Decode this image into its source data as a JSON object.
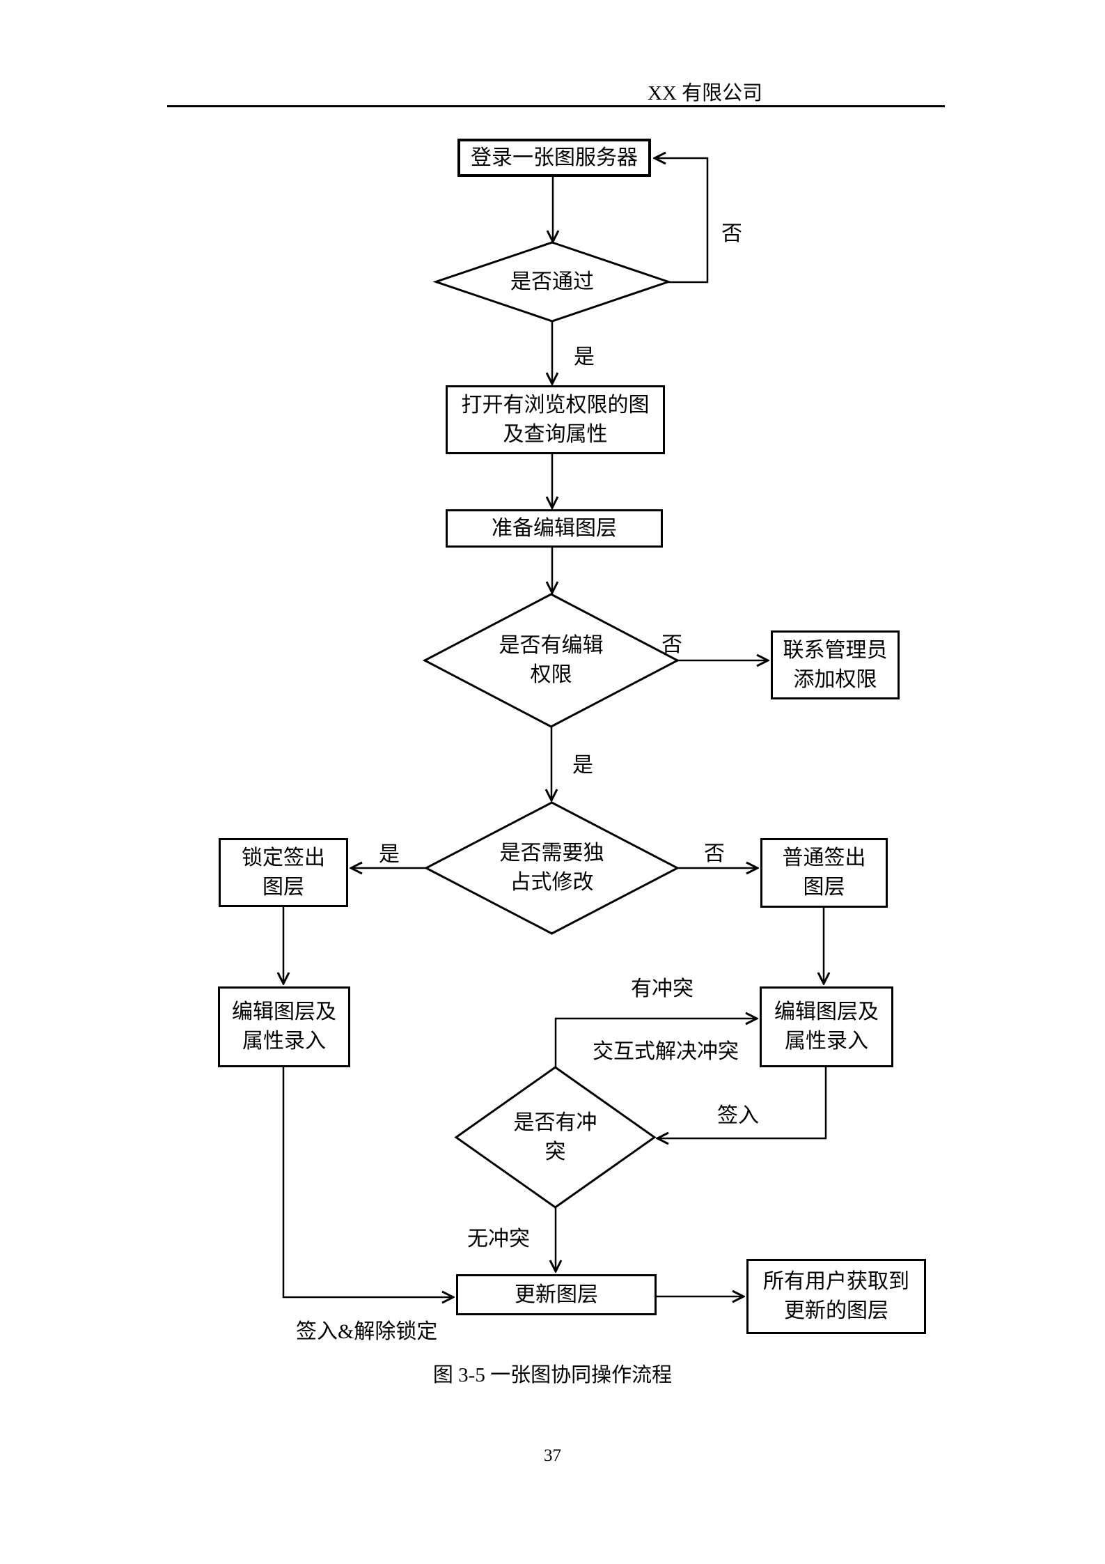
{
  "colors": {
    "ink": "#000000",
    "paper": "#ffffff"
  },
  "header": {
    "company": "XX 有限公司"
  },
  "figure": {
    "caption": "图 3-5 一张图协同操作流程",
    "nodes": {
      "login": {
        "label": "登录一张图服务器"
      },
      "check_pass": {
        "label": "是否通过"
      },
      "open_view": {
        "label": "打开有浏览权限的图\n及查询属性"
      },
      "prepare_edit": {
        "label": "准备编辑图层"
      },
      "check_edit_perm": {
        "label": "是否有编辑\n权限"
      },
      "contact_admin": {
        "label": "联系管理员\n添加权限"
      },
      "check_exclusive": {
        "label": "是否需要独\n占式修改"
      },
      "lock_checkout": {
        "label": "锁定签出\n图层"
      },
      "normal_checkout": {
        "label": "普通签出\n图层"
      },
      "edit_layer_left": {
        "label": "编辑图层及\n属性录入"
      },
      "edit_layer_right": {
        "label": "编辑图层及\n属性录入"
      },
      "check_conflict": {
        "label": "是否有冲\n突"
      },
      "update_layer": {
        "label": "更新图层"
      },
      "all_users_get": {
        "label": "所有用户获取到\n更新的图层"
      }
    },
    "edge_labels": {
      "pass_no": "否",
      "pass_yes": "是",
      "perm_no": "否",
      "perm_yes": "是",
      "exclusive_yes": "是",
      "exclusive_no": "否",
      "has_conflict": "有冲突",
      "interactive_resolve": "交互式解决冲突",
      "check_in": "签入",
      "no_conflict": "无冲突",
      "checkin_unlock": "签入&解除锁定"
    }
  },
  "footer": {
    "page_number": "37"
  }
}
